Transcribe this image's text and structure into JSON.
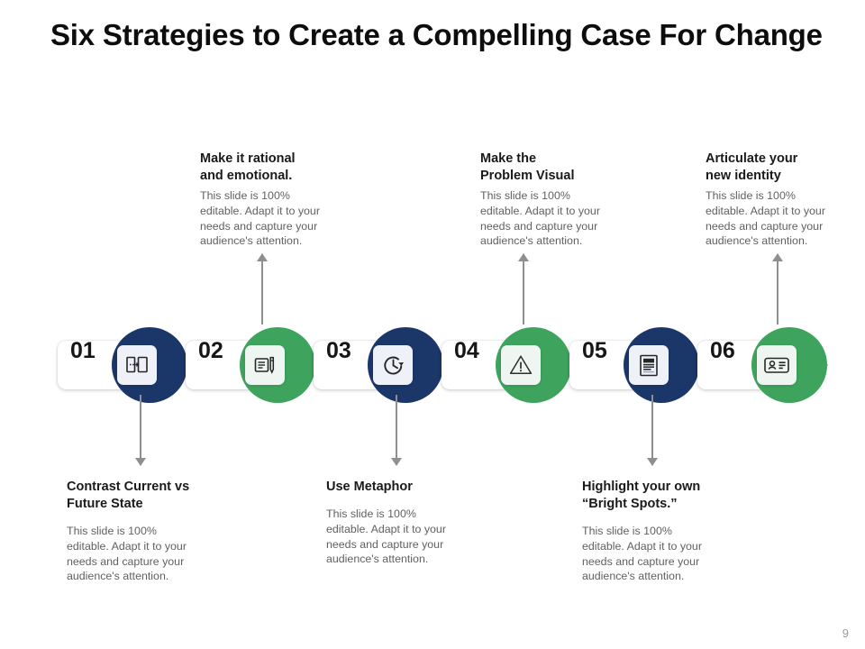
{
  "slide": {
    "title": "Six Strategies to Create a Compelling Case For Change",
    "page_number": "9",
    "colors": {
      "navy": "#1b3668",
      "green": "#3da35d",
      "heading_text": "#1a1a1a",
      "body_text": "#616161",
      "connector": "#8f8f8f"
    }
  },
  "steps": [
    {
      "number": "01",
      "color": "navy",
      "icon": "compare-documents-icon",
      "position": "bottom",
      "heading": "Contrast Current vs\nFuture State",
      "body": "This slide is 100%\neditable. Adapt it to your\nneeds and capture your\naudience's attention."
    },
    {
      "number": "02",
      "color": "green",
      "icon": "document-pen-icon",
      "position": "top",
      "heading": "Make it rational\nand emotional.",
      "body": "This slide is 100%\neditable. Adapt it to your\nneeds and capture your\naudience's attention."
    },
    {
      "number": "03",
      "color": "navy",
      "icon": "clock-history-icon",
      "position": "bottom",
      "heading": "Use Metaphor",
      "body": "This slide is 100%\neditable. Adapt it to your\nneeds and capture your\naudience's attention."
    },
    {
      "number": "04",
      "color": "green",
      "icon": "warning-triangle-icon",
      "position": "top",
      "heading": "Make the\nProblem Visual",
      "body": "This slide is 100%\neditable. Adapt it to your\nneeds and capture your\naudience's attention."
    },
    {
      "number": "05",
      "color": "navy",
      "icon": "article-document-icon",
      "position": "bottom",
      "heading": "Highlight your own\n“Bright Spots.”",
      "body": "This slide is 100%\neditable. Adapt it to your\nneeds and capture your\naudience's attention."
    },
    {
      "number": "06",
      "color": "green",
      "icon": "id-card-icon",
      "position": "top",
      "heading": "Articulate your\nnew identity",
      "body": "This slide is 100%\neditable. Adapt it to your\nneeds and capture your\naudience's attention."
    }
  ]
}
